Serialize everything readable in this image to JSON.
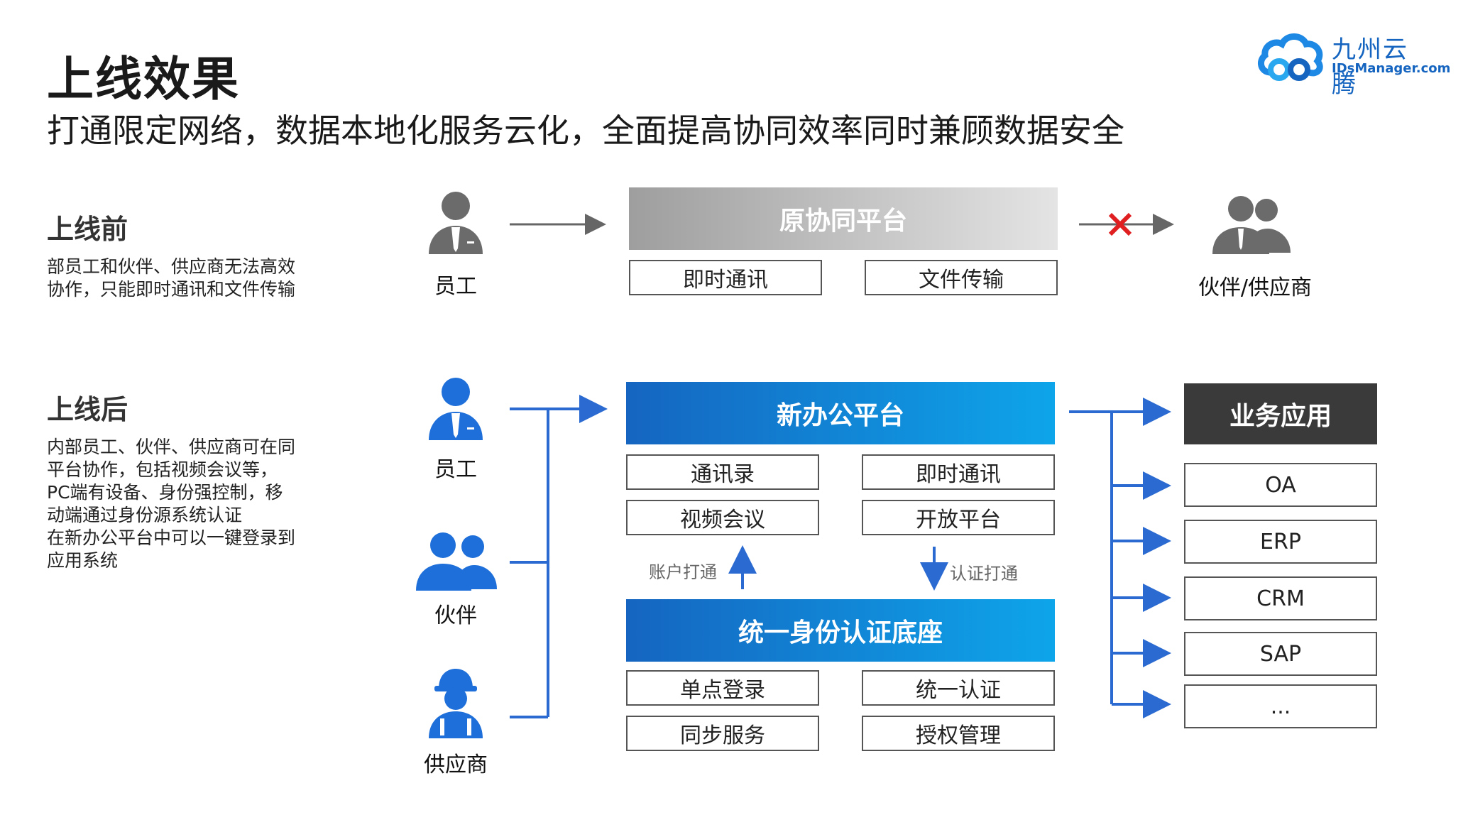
{
  "header": {
    "title": "上线效果",
    "subtitle": "打通限定网络，数据本地化服务云化，全面提高协同效率同时兼顾数据安全"
  },
  "logo": {
    "cn": "九州云腾",
    "en": "IDsManager.com"
  },
  "before": {
    "title": "上线前",
    "desc_lines": [
      "部员工和伙伴、供应商无法高效",
      "协作，只能即时通讯和文件传输"
    ],
    "person_label": "员工",
    "platform_title": "原协同平台",
    "platform_items": [
      "即时通讯",
      "文件传输"
    ],
    "target_label": "伙伴/供应商"
  },
  "after": {
    "title": "上线后",
    "desc_lines": [
      "内部员工、伙伴、供应商可在同",
      "平台协作，包括视频会议等，",
      "PC端有设备、身份强控制，移",
      "动端通过身份源系统认证",
      "在新办公平台中可以一键登录到",
      "应用系统"
    ],
    "persons": [
      "员工",
      "伙伴",
      "供应商"
    ],
    "platform_title": "新办公平台",
    "platform_items": [
      "通讯录",
      "即时通讯",
      "视频会议",
      "开放平台"
    ],
    "link_left": "账户打通",
    "link_right": "认证打通",
    "base_title": "统一身份认证底座",
    "base_items": [
      "单点登录",
      "统一认证",
      "同步服务",
      "授权管理"
    ],
    "apps_title": "业务应用",
    "apps": [
      "OA",
      "ERP",
      "CRM",
      "SAP",
      "..."
    ]
  },
  "colors": {
    "blue": "#1e6fd9",
    "gray_icon": "#6b6b6b",
    "blocked_x": "#e02020",
    "line_blue": "#2a6ad1",
    "line_gray": "#666666"
  }
}
